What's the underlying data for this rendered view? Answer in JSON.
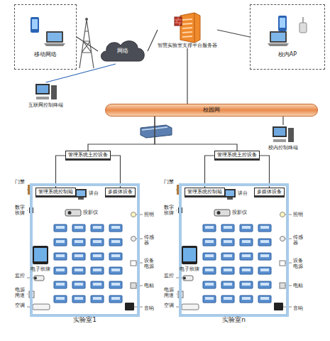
{
  "diagram": {
    "nodes": [
      {
        "text": [
          "移动网络"
        ]
      },
      {
        "text": [
          "网络"
        ]
      },
      {
        "text": [
          "智慧实验室支撑平台服务器"
        ]
      },
      {
        "text": [
          "校内AP"
        ]
      },
      {
        "text": [
          "互联网控制终端"
        ]
      },
      {
        "text": [
          "校园网"
        ]
      },
      {
        "text": [
          "校内控制终端"
        ]
      },
      {
        "text": [
          "管理系统主控设备"
        ]
      },
      {
        "text": [
          "管理系统主控设备"
        ]
      },
      {
        "text": [
          "实验室1"
        ]
      },
      {
        "text": [
          "管理系统控制箱"
        ],
        "in": 9
      },
      {
        "text": [
          "多媒体设备"
        ],
        "in": 9
      },
      {
        "text": [
          "实验室n"
        ]
      },
      {
        "text": [
          "管理系统控制箱"
        ],
        "in": 12
      },
      {
        "text": [
          "多媒体设备"
        ],
        "in": 12
      }
    ],
    "edges": [
      {
        "from": 0,
        "to": 1,
        "arrow": "none"
      },
      {
        "from": 1,
        "to": 2,
        "arrow": "none"
      },
      {
        "from": 2,
        "to": 3,
        "arrow": "none"
      },
      {
        "from": 1,
        "to": 4,
        "arrow": "none"
      },
      {
        "from": 2,
        "to": 5,
        "arrow": "none"
      },
      {
        "from": 5,
        "to": 6,
        "arrow": "none"
      },
      {
        "from": 5,
        "to": 7,
        "arrow": "none"
      },
      {
        "from": 5,
        "to": 8,
        "arrow": "none"
      },
      {
        "from": 7,
        "to": 10,
        "arrow": "none"
      },
      {
        "from": 7,
        "to": 11,
        "arrow": "none"
      },
      {
        "from": 8,
        "to": 13,
        "arrow": "none"
      },
      {
        "from": 8,
        "to": 14,
        "arrow": "none"
      }
    ],
    "labels": [
      "门禁",
      "数字班牌",
      "讲台",
      "投影仪",
      "电子班牌",
      "监控",
      "电源闸道",
      "空调",
      "照明",
      "传感器",
      "设备电源",
      "电贴",
      "音响",
      "门禁",
      "数字班牌",
      "讲台",
      "投影仪",
      "电子班牌",
      "监控",
      "电源闸道",
      "空调",
      "照明",
      "传感器",
      "设备电源",
      "电贴",
      "音响"
    ]
  }
}
